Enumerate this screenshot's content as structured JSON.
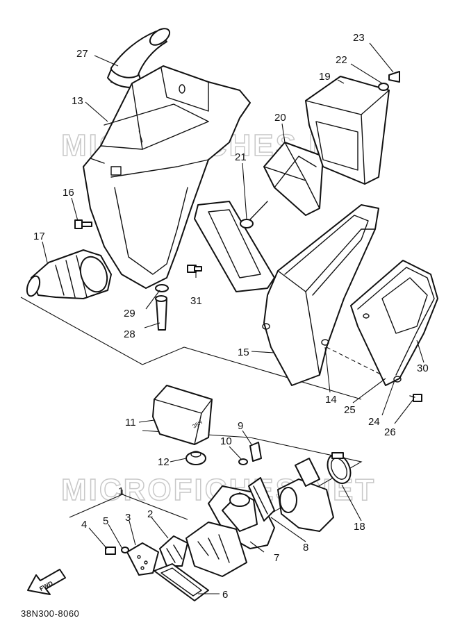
{
  "diagram": {
    "watermark": "MICROFICHES.NET",
    "part_code": "38N300-8060",
    "direction_label": "FWD",
    "callouts": {
      "p1": "1",
      "p2": "2",
      "p3": "3",
      "p4": "4",
      "p5": "5",
      "p6": "6",
      "p7": "7",
      "p8": "8",
      "p9": "9",
      "p10": "10",
      "p11": "11",
      "p12": "12",
      "p13": "13",
      "p14": "14",
      "p15": "15",
      "p16": "16",
      "p17": "17",
      "p18": "18",
      "p19": "19",
      "p20": "20",
      "p21": "21",
      "p22": "22",
      "p23": "23",
      "p24": "24",
      "p25": "25",
      "p26": "26",
      "p27": "27",
      "p28": "28",
      "p29": "29",
      "p30": "30",
      "p31": "31"
    }
  }
}
